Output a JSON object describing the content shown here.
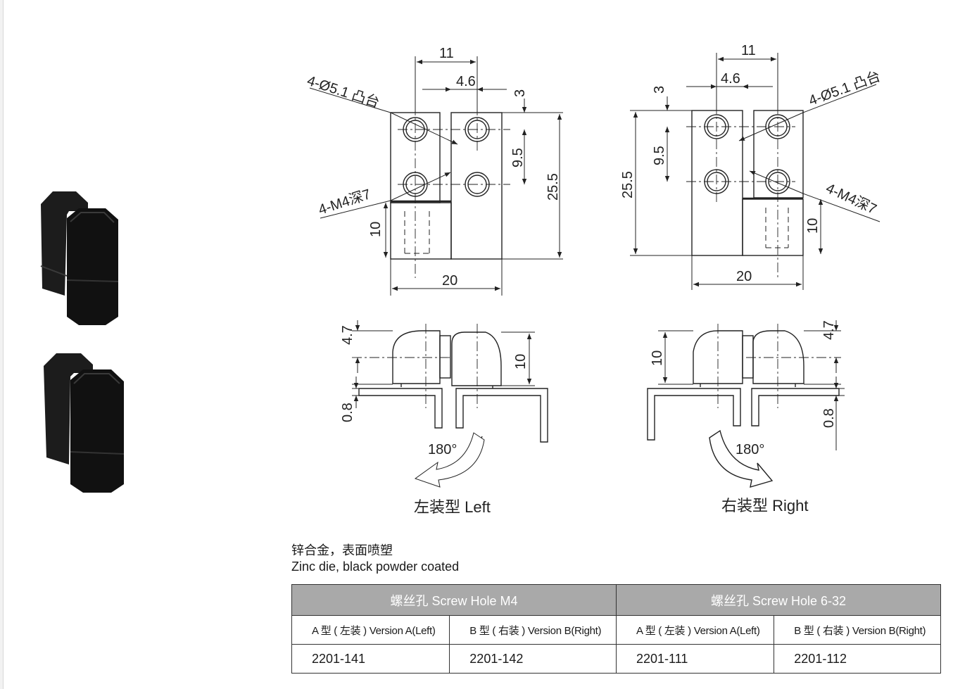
{
  "drawing": {
    "callouts": {
      "boss": "4-Ø5.1 凸台",
      "thread": "4-M4深7"
    },
    "dimensions": {
      "width_11": "11",
      "offset_4_6": "4.6",
      "offset_3": "3",
      "pitch_9_5": "9.5",
      "height_25_5": "25.5",
      "depth_10": "10",
      "base_20": "20",
      "side_4_7": "4.7",
      "side_10": "10",
      "thickness_0_8": "0.8",
      "rotation": "180°"
    },
    "captions": {
      "left": "左装型 Left",
      "right": "右装型 Right"
    }
  },
  "material": {
    "cn": "锌合金，表面喷塑",
    "en": "Zinc die, black powder coated"
  },
  "table": {
    "groups": [
      "螺丝孔 Screw Hole M4",
      "螺丝孔 Screw Hole 6-32"
    ],
    "versions": [
      "A 型 ( 左装 )  Version A(Left)",
      "B 型 ( 右装 )  Version B(Right)",
      "A 型 ( 左装 )  Version A(Left)",
      "B 型 ( 右装 )  Version B(Right)"
    ],
    "part_numbers": [
      "2201-141",
      "2201-142",
      "2201-111",
      "2201-112"
    ]
  },
  "colors": {
    "line": "#222222",
    "product": "#151515",
    "header_fill": "#a9a9a9"
  }
}
